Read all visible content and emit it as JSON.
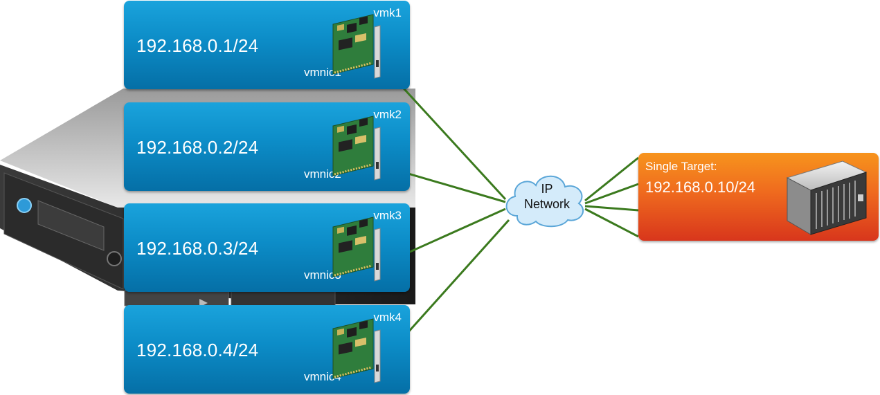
{
  "diagram": {
    "vmk_interfaces": [
      {
        "ip": "192.168.0.1/24",
        "vmk": "vmk1",
        "vmnic": "vmnic1"
      },
      {
        "ip": "192.168.0.2/24",
        "vmk": "vmk2",
        "vmnic": "vmnic2"
      },
      {
        "ip": "192.168.0.3/24",
        "vmk": "vmk3",
        "vmnic": "vmnic3"
      },
      {
        "ip": "192.168.0.4/24",
        "vmk": "vmk4",
        "vmnic": "vmnic4"
      }
    ],
    "network": {
      "line1": "IP",
      "line2": "Network"
    },
    "target": {
      "label": "Single Target:",
      "ip": "192.168.0.10/24"
    }
  },
  "colors": {
    "vmk_box": "#0c8cc7",
    "target_box": "#ef6a1e",
    "link": "#3b7a1e",
    "cloud": "#cfe6f6"
  },
  "icons": [
    "server-chassis-icon",
    "nic-card-icon",
    "cloud-icon",
    "storage-array-icon"
  ]
}
